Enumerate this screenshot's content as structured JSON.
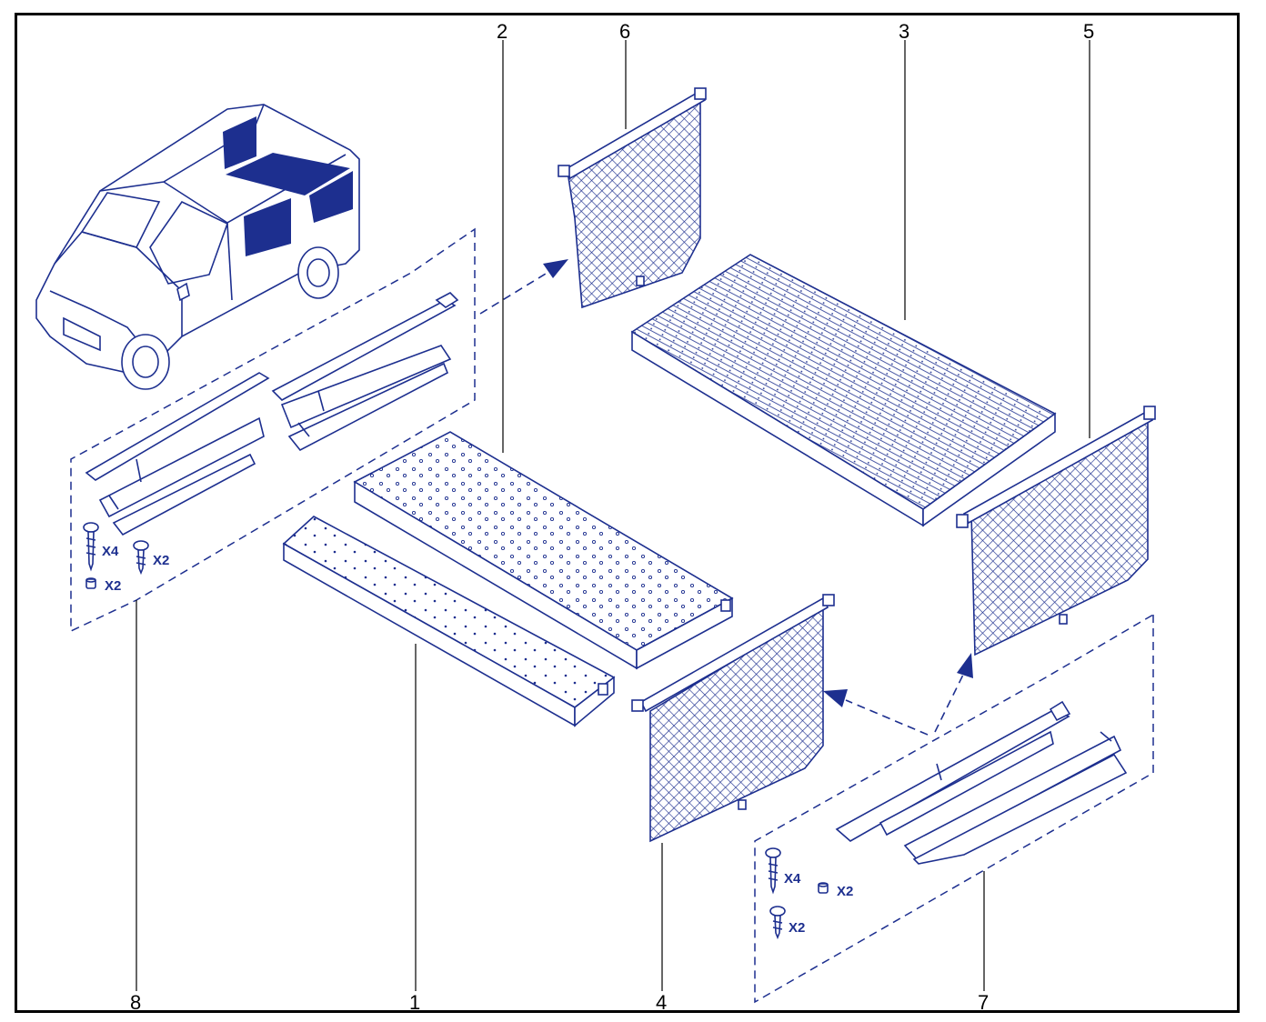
{
  "callouts": {
    "c1": "1",
    "c2": "2",
    "c3": "3",
    "c4": "4",
    "c5": "5",
    "c6": "6",
    "c7": "7",
    "c8": "8"
  },
  "kit8": {
    "screw_long_qty": "X4",
    "screw_short_qty": "X2",
    "spacer_qty": "X2"
  },
  "kit7": {
    "screw_long_qty": "X4",
    "spacer_qty": "X2",
    "screw_short_qty": "X2"
  },
  "colors": {
    "line": "#1d2f8f",
    "fill_dark": "#1d2f8f",
    "frame": "#000000"
  }
}
